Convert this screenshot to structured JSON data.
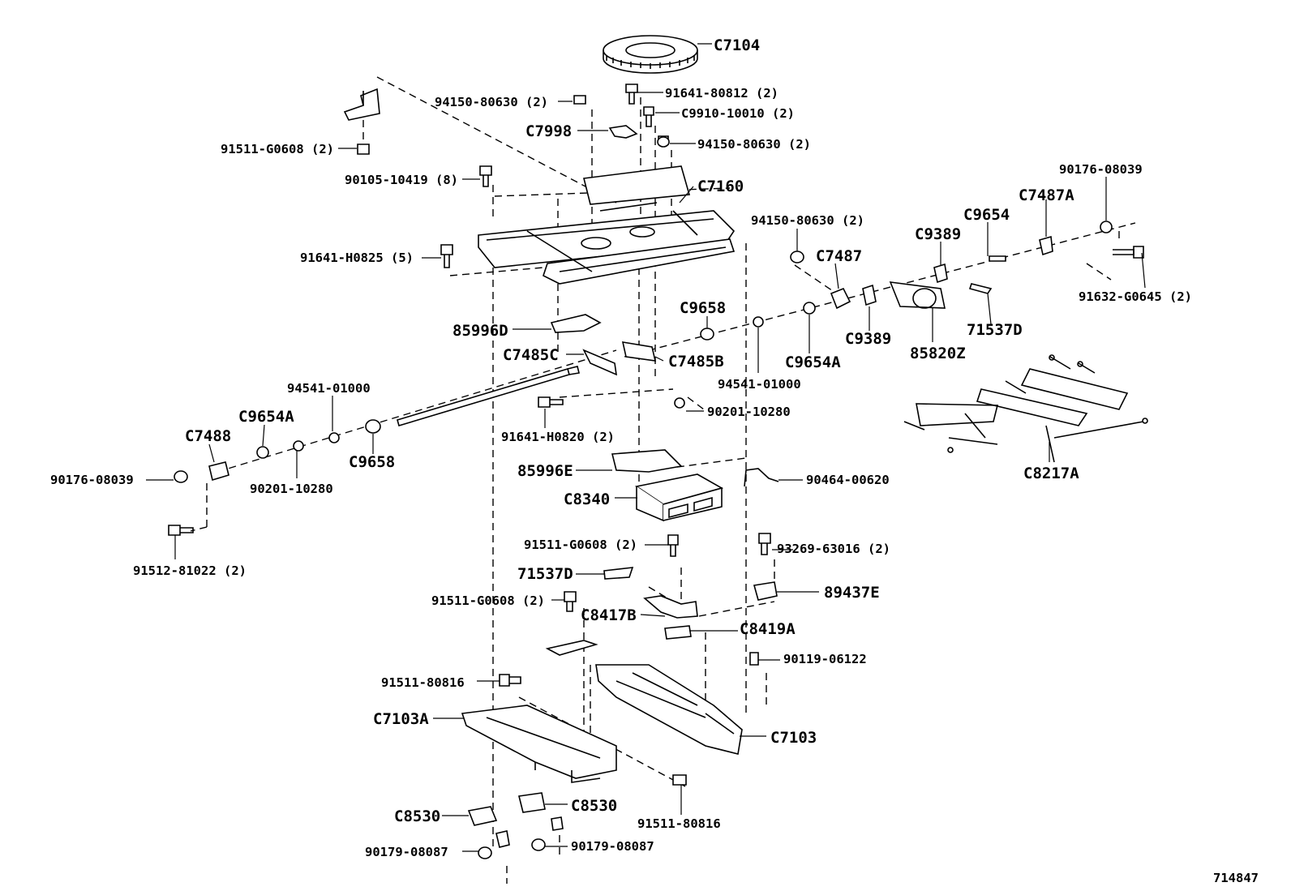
{
  "diagram_id": "714847",
  "callouts": [
    {
      "key": "c7104",
      "text": "C7104"
    },
    {
      "key": "p91641_80812",
      "text": "91641-80812 (2)"
    },
    {
      "key": "p94150_80630_a",
      "text": "94150-80630 (2)"
    },
    {
      "key": "pC9910_10010",
      "text": "C9910-10010 (2)"
    },
    {
      "key": "c7998",
      "text": "C7998"
    },
    {
      "key": "p94150_80630_b",
      "text": "94150-80630 (2)"
    },
    {
      "key": "p91511_G0608_a",
      "text": "91511-G0608 (2)"
    },
    {
      "key": "p90105_10419",
      "text": "90105-10419 (8)"
    },
    {
      "key": "c7160",
      "text": "C7160"
    },
    {
      "key": "p90176_08039_a",
      "text": "90176-08039"
    },
    {
      "key": "c7487a",
      "text": "C7487A"
    },
    {
      "key": "p94150_80630_c",
      "text": "94150-80630 (2)"
    },
    {
      "key": "c9654",
      "text": "C9654"
    },
    {
      "key": "c9389_a",
      "text": "C9389"
    },
    {
      "key": "p91641_H0825",
      "text": "91641-H0825 (5)"
    },
    {
      "key": "c7487",
      "text": "C7487"
    },
    {
      "key": "p91632_G0645",
      "text": "91632-G0645 (2)"
    },
    {
      "key": "c9658_a",
      "text": "C9658"
    },
    {
      "key": "p85996D",
      "text": "85996D"
    },
    {
      "key": "c9389_b",
      "text": "C9389"
    },
    {
      "key": "p71537D_a",
      "text": "71537D"
    },
    {
      "key": "c7485c",
      "text": "C7485C"
    },
    {
      "key": "c7485b",
      "text": "C7485B"
    },
    {
      "key": "c9654a_a",
      "text": "C9654A"
    },
    {
      "key": "p85820Z",
      "text": "85820Z"
    },
    {
      "key": "p94541_01000_a",
      "text": "94541-01000"
    },
    {
      "key": "p94541_01000_b",
      "text": "94541-01000"
    },
    {
      "key": "c9654a_b",
      "text": "C9654A"
    },
    {
      "key": "p90201_10280_a",
      "text": "90201-10280"
    },
    {
      "key": "p91641_H0820",
      "text": "91641-H0820 (2)"
    },
    {
      "key": "c7488",
      "text": "C7488"
    },
    {
      "key": "c9658_b",
      "text": "C9658"
    },
    {
      "key": "p85996E",
      "text": "85996E"
    },
    {
      "key": "c8217a",
      "text": "C8217A"
    },
    {
      "key": "p90176_08039_b",
      "text": "90176-08039"
    },
    {
      "key": "p90201_10280_b",
      "text": "90201-10280"
    },
    {
      "key": "p90464_00620",
      "text": "90464-00620"
    },
    {
      "key": "c8340",
      "text": "C8340"
    },
    {
      "key": "p91512_81022",
      "text": "91512-81022 (2)"
    },
    {
      "key": "p91511_G0608_b",
      "text": "91511-G0608 (2)"
    },
    {
      "key": "p93269_63016",
      "text": "93269-63016 (2)"
    },
    {
      "key": "p71537D_b",
      "text": "71537D"
    },
    {
      "key": "p89437E",
      "text": "89437E"
    },
    {
      "key": "p91511_G0608_c",
      "text": "91511-G0608 (2)"
    },
    {
      "key": "c8417b",
      "text": "C8417B"
    },
    {
      "key": "c8419a",
      "text": "C8419A"
    },
    {
      "key": "p90119_06122",
      "text": "90119-06122"
    },
    {
      "key": "p91511_80816_a",
      "text": "91511-80816"
    },
    {
      "key": "c7103a",
      "text": "C7103A"
    },
    {
      "key": "c7103",
      "text": "C7103"
    },
    {
      "key": "c8530_a",
      "text": "C8530"
    },
    {
      "key": "c8530_b",
      "text": "C8530"
    },
    {
      "key": "p91511_80816_b",
      "text": "91511-80816"
    },
    {
      "key": "p90179_08087_a",
      "text": "90179-08087"
    },
    {
      "key": "p90179_08087_b",
      "text": "90179-08087"
    }
  ]
}
